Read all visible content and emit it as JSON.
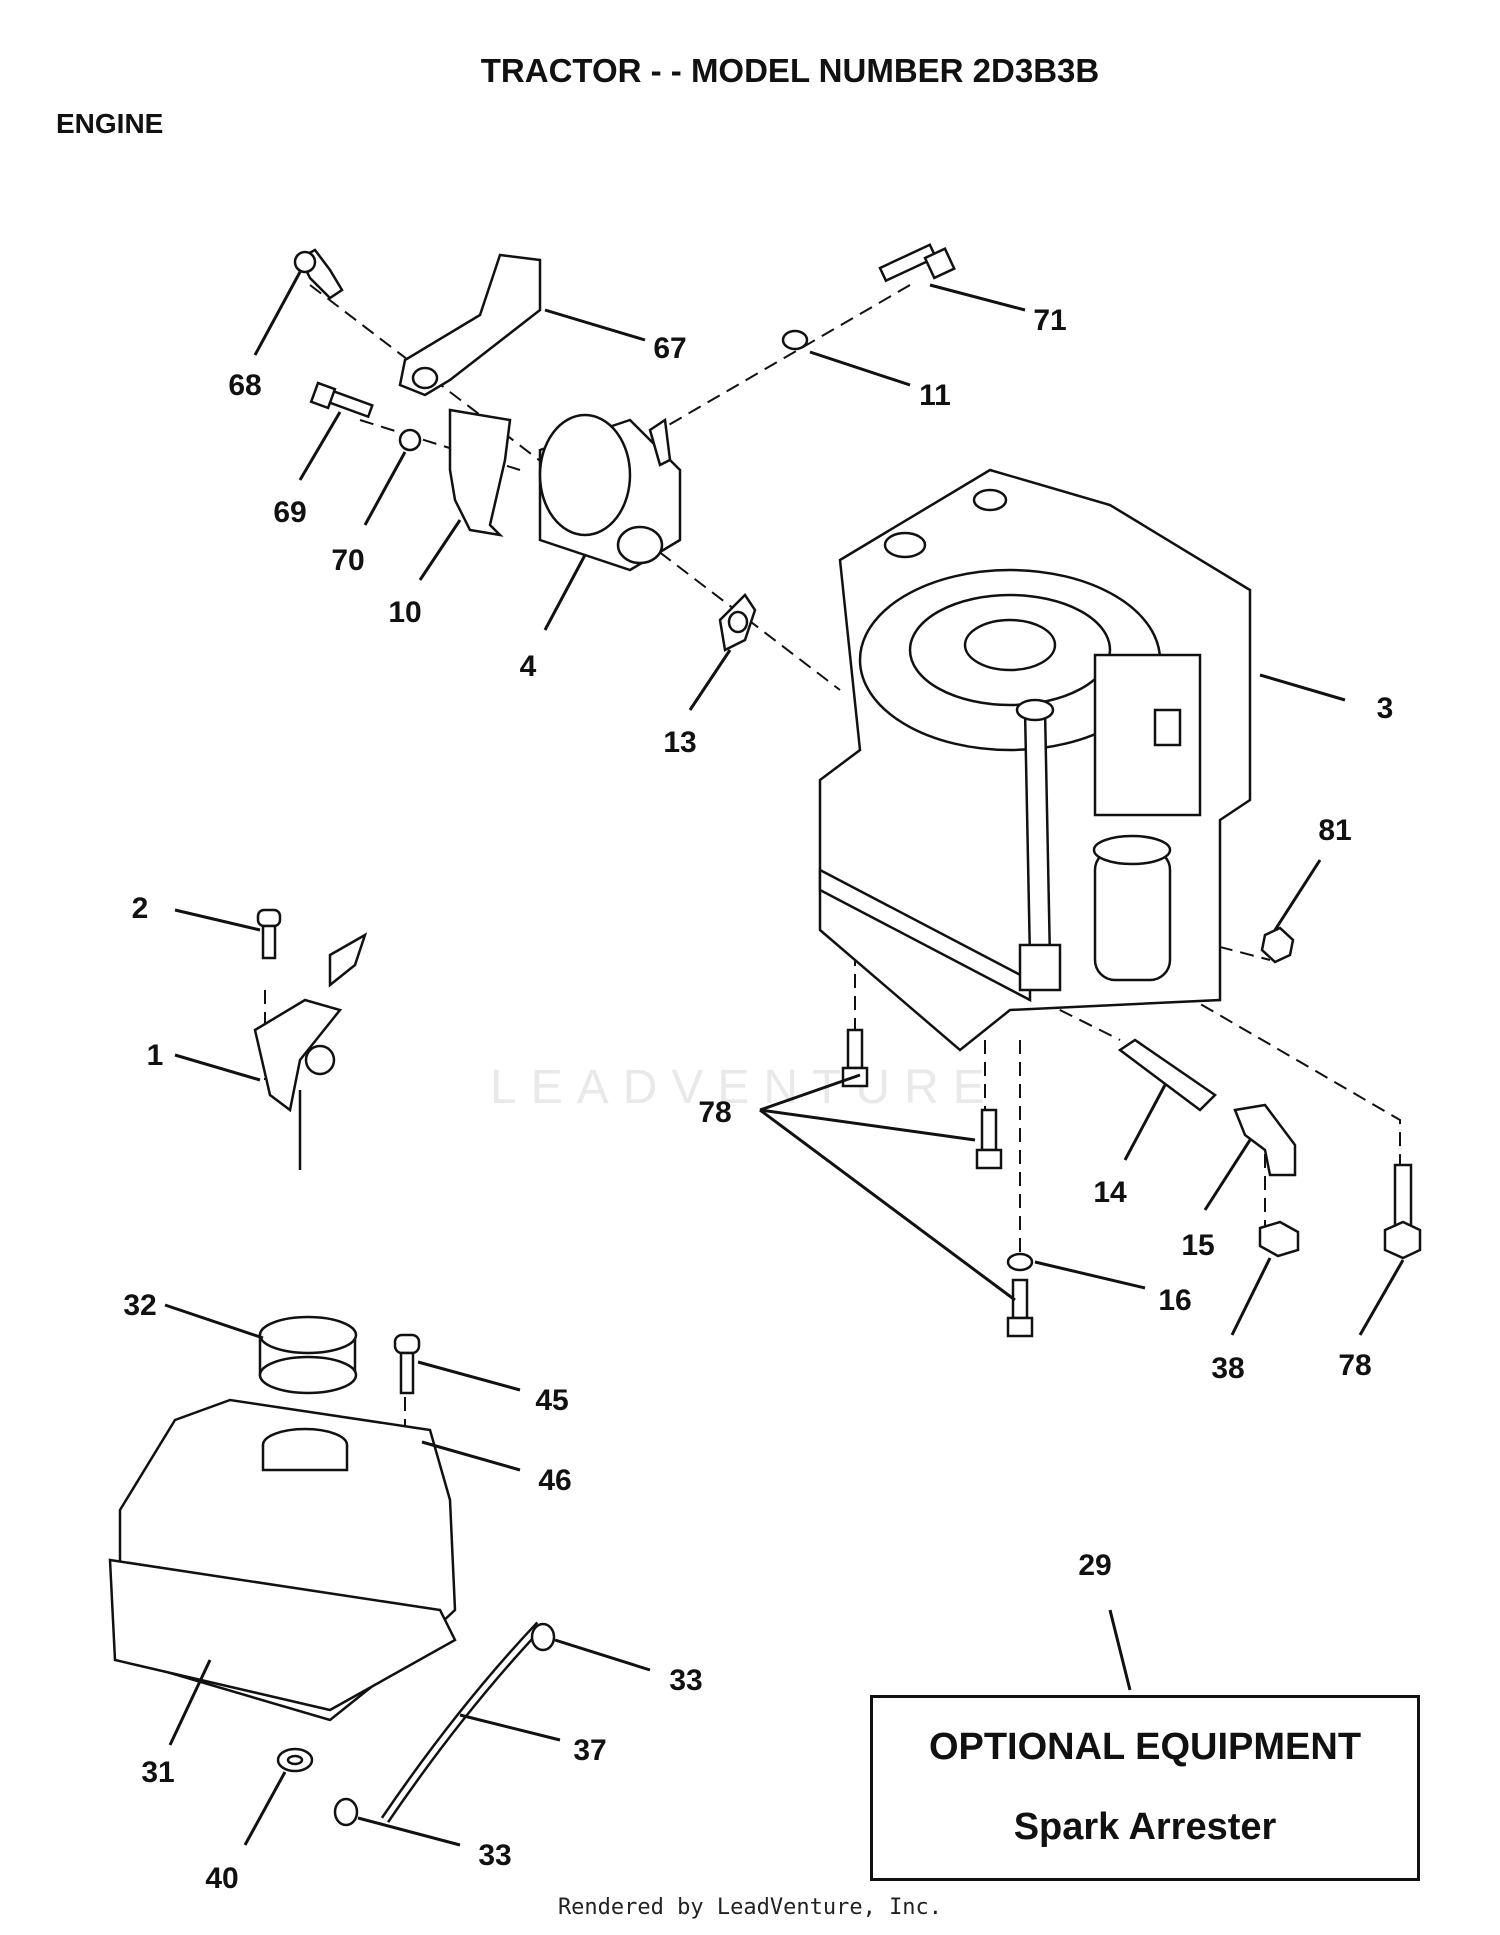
{
  "header": {
    "title": "TRACTOR - - MODEL NUMBER 2D3B3B",
    "section": "ENGINE"
  },
  "optional_equipment": {
    "heading": "OPTIONAL EQUIPMENT",
    "item": "Spark Arrester",
    "ref": "29"
  },
  "watermark": {
    "text": "LEADVENTURE"
  },
  "footer": {
    "text": "Rendered by LeadVenture, Inc."
  },
  "callouts": {
    "c68": "68",
    "c67": "67",
    "c71": "71",
    "c11": "11",
    "c69": "69",
    "c70": "70",
    "c10": "10",
    "c4": "4",
    "c13": "13",
    "c3": "3",
    "c81": "81",
    "c2": "2",
    "c1": "1",
    "c78a": "78",
    "c14": "14",
    "c15": "15",
    "c16": "16",
    "c38": "38",
    "c78b": "78",
    "c32": "32",
    "c45": "45",
    "c46": "46",
    "c31": "31",
    "c33a": "33",
    "c37": "37",
    "c40": "40",
    "c33b": "33",
    "c29": "29"
  }
}
